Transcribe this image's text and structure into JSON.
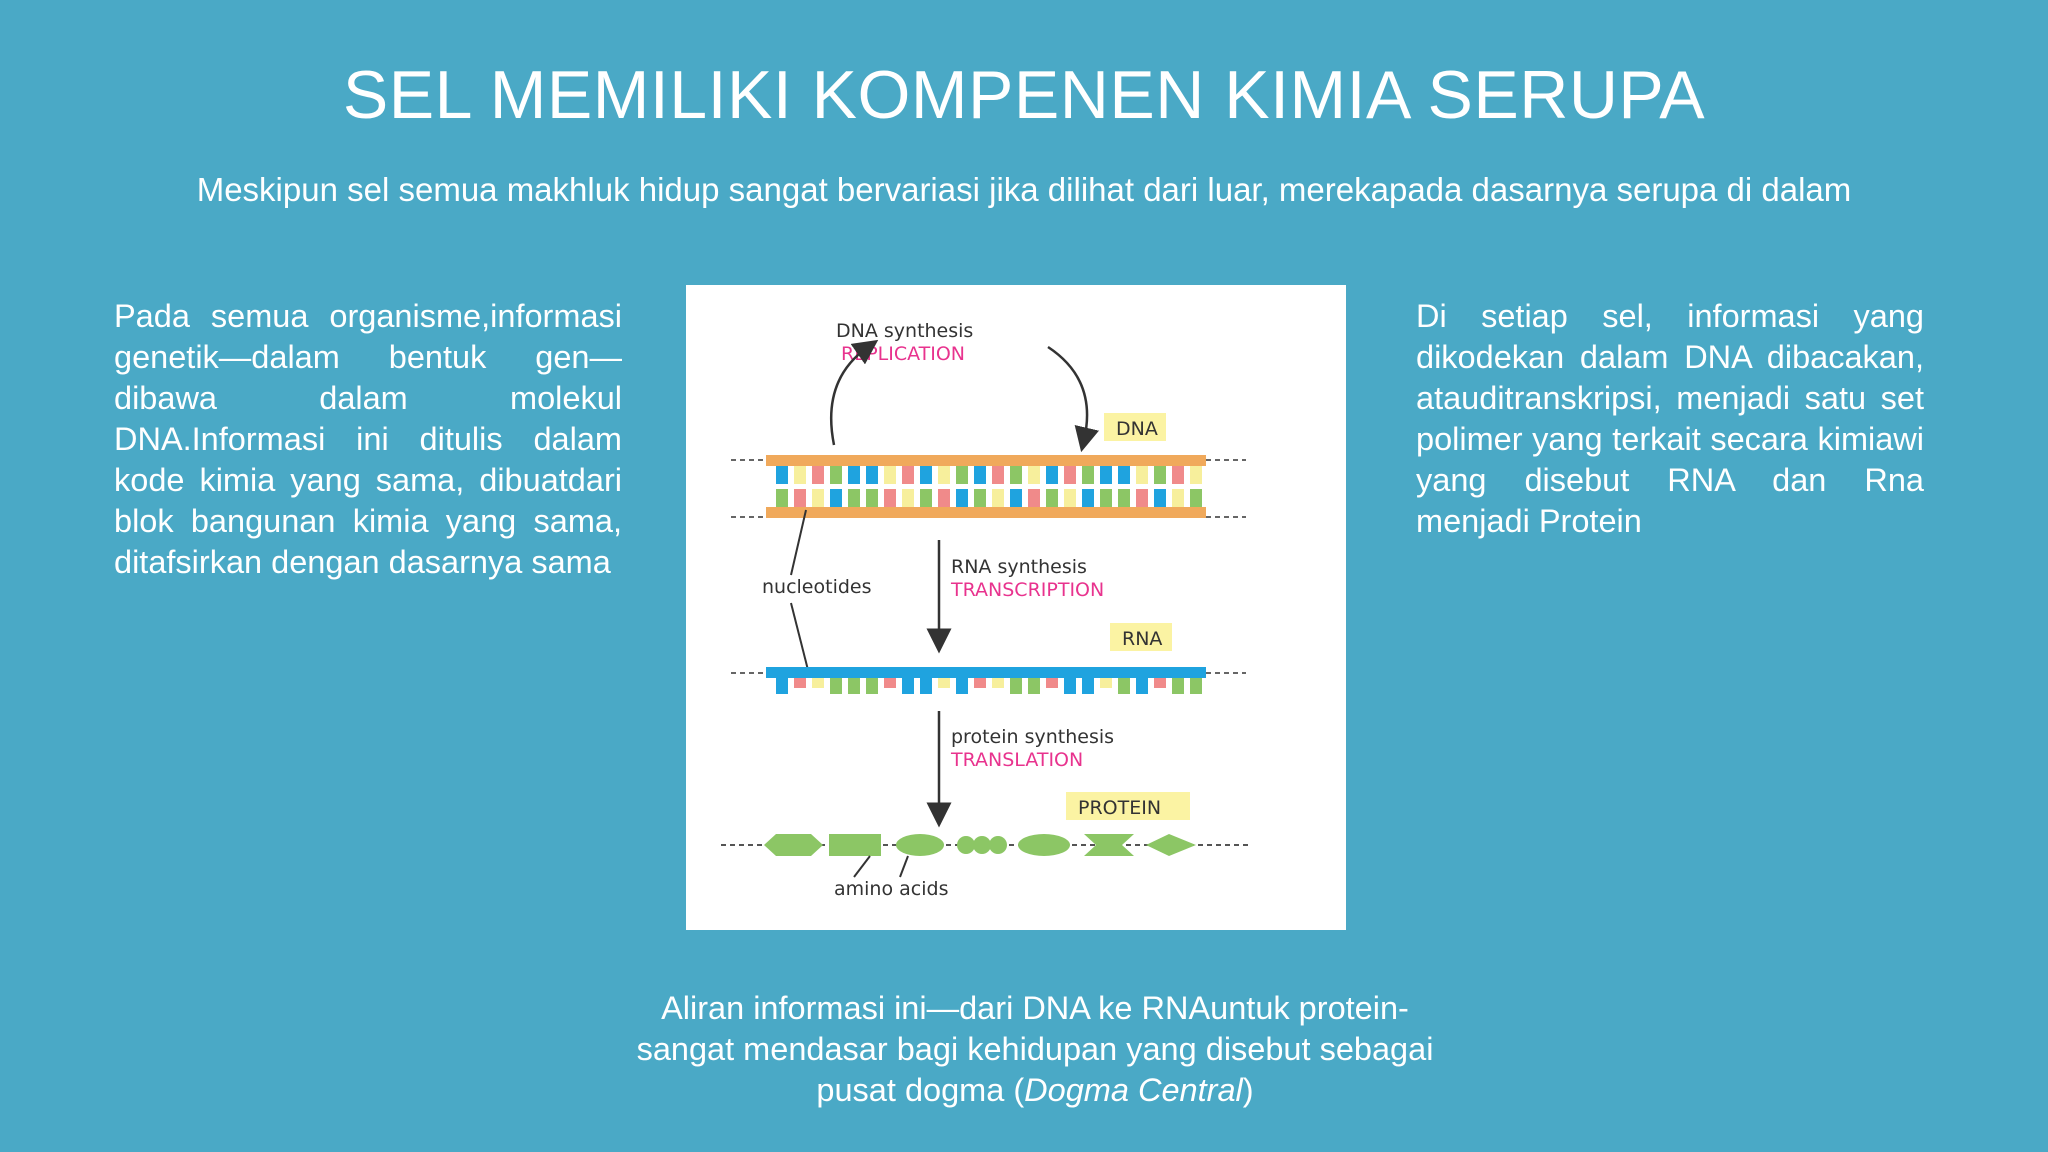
{
  "slide": {
    "title": "SEL MEMILIKI KOMPENEN KIMIA SERUPA",
    "subtitle": "Meskipun sel semua makhluk hidup sangat bervariasi jika dilihat dari luar, merekapada dasarnya serupa di dalam",
    "left_text": "Pada semua organisme,informasi genetik—dalam bentuk gen—dibawa dalam molekul DNA.Informasi ini ditulis dalam kode kimia yang sama, dibuatdari blok bangunan kimia yang sama, ditafsirkan dengan dasarnya sama",
    "right_text": "Di setiap sel, informasi yang dikodekan dalam DNA dibacakan, atauditranskripsi, menjadi satu set polimer yang terkait secara kimiawi yang disebut RNA dan Rna menjadi Protein",
    "bottom_text_line1": "Aliran informasi ini—dari DNA ke RNAuntuk protein-",
    "bottom_text_line2": "sangat mendasar bagi kehidupan yang disebut sebagai",
    "bottom_text_line3_pre": "pusat dogma (",
    "bottom_text_line3_italic": "Dogma Central",
    "bottom_text_line3_post": ")"
  },
  "diagram": {
    "dna_synthesis": "DNA synthesis",
    "replication": "REPLICATION",
    "dna_tag": "DNA",
    "nucleotides": "nucleotides",
    "rna_synthesis": "RNA synthesis",
    "transcription": "TRANSCRIPTION",
    "rna_tag": "RNA",
    "protein_synthesis": "protein synthesis",
    "translation": "TRANSLATION",
    "protein_tag": "PROTEIN",
    "amino_acids": "amino acids"
  },
  "colors": {
    "background": "#4aa9c6",
    "strand_orange": "#f0a95b",
    "strand_blue": "#1fa3df",
    "base_green": "#8cc665",
    "base_pink": "#f08a8a",
    "base_yellow": "#f7ef9c",
    "label_magenta": "#e8338e",
    "tag_yellow": "#fbf3a3"
  }
}
